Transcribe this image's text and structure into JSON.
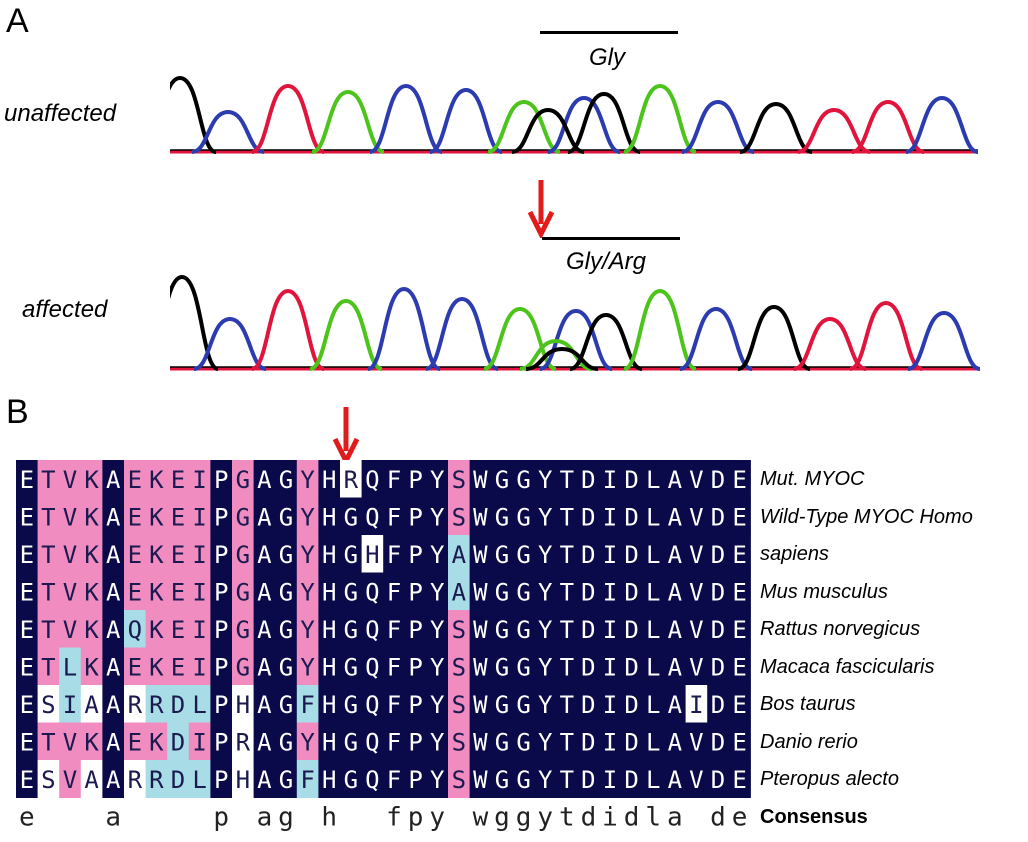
{
  "panel_a": {
    "letter": "A",
    "unaffected_label": "unaffected",
    "affected_label": "affected",
    "codon_top_label": "Gly",
    "codon_bottom_label": "Gly/Arg"
  },
  "panel_b": {
    "letter": "B",
    "sequences": [
      {
        "seq": "ETVKAEKEIPGAGYHRQFPYSWGGYTDIDLAVDE",
        "label": "Mut. MYOC"
      },
      {
        "seq": "ETVKAEKEIPGAGYHGQFPYSWGGYTDIDLAVDE",
        "label": "Wild-Type MYOC Homo"
      },
      {
        "seq": "ETVKAEKEIPGAGYHGHFPYAWGGYTDIDLAVDE",
        "label": "sapiens"
      },
      {
        "seq": "ETVKAEKEIPGAGYHGQFPYAWGGYTDIDLAVDE",
        "label": "Mus musculus"
      },
      {
        "seq": "ETVKAQKEIPGAGYHGQFPYSWGGYTDIDLAVDE",
        "label": "Rattus norvegicus"
      },
      {
        "seq": "ETLKAEKEIPGAGYHGQFPYSWGGYTDIDLAVDE",
        "label": "Macaca fascicularis"
      },
      {
        "seq": "ESIAARRDLPHAGFHGQFPYSWGGYTDIDLAIDE",
        "label": "Bos taurus"
      },
      {
        "seq": "ETVKAEKDIPRAGYHGQFPYSWGGYTDIDLAVDE",
        "label": "Danio rerio"
      },
      {
        "seq": "ESVAARRDLPHAGFHGQFPYSWGGYTDIDLAVDE",
        "label": "Pteropus alecto"
      }
    ],
    "consensus": "e a  p ag h  fpy wggytdidla de",
    "consensus_letters": [
      {
        "col": 0,
        "ch": "e"
      },
      {
        "col": 4,
        "ch": "a"
      },
      {
        "col": 9,
        "ch": "p"
      },
      {
        "col": 11,
        "ch": "a"
      },
      {
        "col": 12,
        "ch": "g"
      },
      {
        "col": 14,
        "ch": "h"
      },
      {
        "col": 17,
        "ch": "f"
      },
      {
        "col": 18,
        "ch": "p"
      },
      {
        "col": 19,
        "ch": "y"
      },
      {
        "col": 21,
        "ch": "w"
      },
      {
        "col": 22,
        "ch": "g"
      },
      {
        "col": 23,
        "ch": "g"
      },
      {
        "col": 24,
        "ch": "y"
      },
      {
        "col": 25,
        "ch": "t"
      },
      {
        "col": 26,
        "ch": "d"
      },
      {
        "col": 27,
        "ch": "i"
      },
      {
        "col": 28,
        "ch": "d"
      },
      {
        "col": 29,
        "ch": "l"
      },
      {
        "col": 30,
        "ch": "a"
      },
      {
        "col": 32,
        "ch": "d"
      },
      {
        "col": 33,
        "ch": "e"
      }
    ],
    "consensus_label": "Consensus"
  },
  "colors": {
    "identical": "#0a0a4a",
    "similar": "#f08cc0",
    "partial": "#a8dce6",
    "mismatch": "#ffffff",
    "arrow": "#e01b1b",
    "trace_black": "#000000",
    "trace_blue": "#2c3cb0",
    "trace_red": "#e0143c",
    "trace_green": "#4cc41c"
  }
}
